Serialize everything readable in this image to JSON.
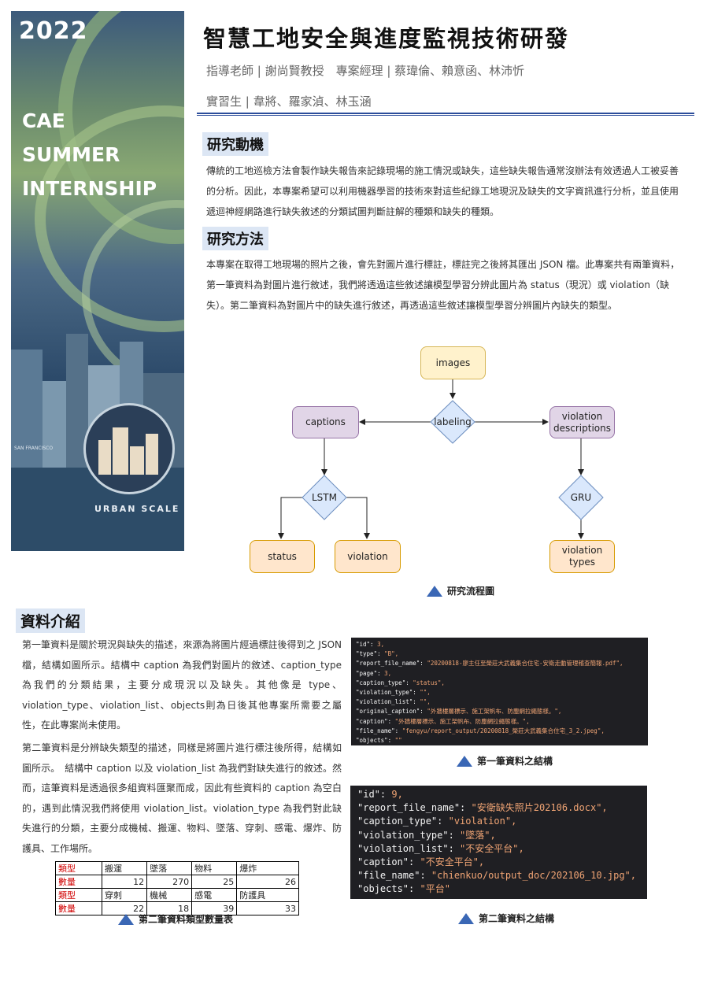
{
  "poster": {
    "year": "2022",
    "lines": [
      "CAE",
      "SUMMER",
      "INTERNSHIP"
    ],
    "tagline": "URBAN  SCALE",
    "small_sign": "SAN FRANCISCO"
  },
  "header": {
    "title": "智慧工地安全與進度監視技術研發",
    "advisor_line": "指導老師 | 謝尚賢教授　專案經理 | 蔡瑋倫、賴意函、林沛忻",
    "intern_line": "實習生 | 韋將、羅家湞、林玉涵"
  },
  "motivation": {
    "heading": "研究動機",
    "text": "傳統的工地巡檢方法會製作缺失報告來記錄現場的施工情況或缺失，這些缺失報告通常沒辦法有效透過人工被妥善的分析。因此，本專案希望可以利用機器學習的技術來對這些紀錄工地現況及缺失的文字資訊進行分析，並且使用遞迴神經網路進行缺失敘述的分類試圖判斷註解的種類和缺失的種類。"
  },
  "method": {
    "heading": "研究方法",
    "text": "本專案在取得工地現場的照片之後，會先對圖片進行標註，標註完之後將其匯出 JSON 檔。此專案共有兩筆資料，第一筆資料為對圖片進行敘述，我們將透過這些敘述讓模型學習分辨此圖片為 status（現況）或 violation（缺失）。第二筆資料為對圖片中的缺失進行敘述，再透過這些敘述讓模型學習分辨圖片內缺失的類型。"
  },
  "flowchart": {
    "images": "images",
    "labeling": "labeling",
    "captions": "captions",
    "violation_desc": "violation\ndescriptions",
    "lstm": "LSTM",
    "gru": "GRU",
    "status": "status",
    "violation": "violation",
    "violation_types": "violation\ntypes",
    "caption": "研究流程圖"
  },
  "data_intro": {
    "heading": "資料介紹",
    "para1": "第一筆資料是關於現況與缺失的描述，來源為將圖片經過標註後得到之 JSON 檔，結構如圖所示。結構中 caption 為我們對圖片的敘述、caption_type 為我們的分類結果，主要分成現況以及缺失。其他像是 type、violation_type、violation_list、objects則為日後其他專案所需要之屬性，在此專案尚未使用。",
    "para2": "第二筆資料是分辨缺失類型的描述，同樣是將圖片進行標注後所得，結構如圖所示。　結構中 caption 以及 violation_list 為我們對缺失進行的敘述。然而，這筆資料是透過很多組資料匯聚而成，因此有些資料的 caption 為空白的，遇到此情況我們將使用 violation_list。violation_type 為我們對此缺失進行的分類，主要分成機械、搬運、物料、墜落、穿刺、感電、爆炸、防護具、工作場所。"
  },
  "table": {
    "rows": [
      [
        "類型",
        "搬運",
        "墜落",
        "物料",
        "爆炸"
      ],
      [
        "數量",
        "12",
        "270",
        "25",
        "26"
      ],
      [
        "類型",
        "穿刺",
        "機械",
        "感電",
        "防護具"
      ],
      [
        "數量",
        "22",
        "18",
        "39",
        "33"
      ]
    ],
    "caption": "第二筆資料類型數量表"
  },
  "code1": {
    "lines": [
      [
        "\"id\": ",
        "3,"
      ],
      [
        "\"type\": ",
        "\"B\","
      ],
      [
        "\"report_file_name\": ",
        "\"20200818-廖主任至榮莊大武義集合住宅-安衛走動管理稽查簡報.pdf\","
      ],
      [
        "\"page\": ",
        "3,"
      ],
      [
        "\"caption_type\": ",
        "\"status\","
      ],
      [
        "\"violation_type\": ",
        "\"\","
      ],
      [
        "\"violation_list\": ",
        "\"\","
      ],
      [
        "\"original_caption\": ",
        "\"外牆樓層標示、施工架帆布、防塵網拉繩態樣。\","
      ],
      [
        "\"caption\": ",
        "\"外牆樓層標示、施工架帆布、防塵網拉繩態樣。\","
      ],
      [
        "\"file_name\": ",
        "\"fengyu/report_output/20200818_榮莊大武義集合住宅_3_2.jpeg\","
      ],
      [
        "\"objects\": ",
        "\"\""
      ]
    ],
    "caption": "第一筆資料之結構"
  },
  "code2": {
    "lines": [
      [
        "\"id\": ",
        "9,"
      ],
      [
        "\"report_file_name\": ",
        "\"安衛缺失照片202106.docx\","
      ],
      [
        "\"caption_type\": ",
        "\"violation\","
      ],
      [
        "\"violation_type\": ",
        "\"墜落\","
      ],
      [
        "\"violation_list\": ",
        "\"不安全平台\","
      ],
      [
        "\"caption\": ",
        "\"不安全平台\","
      ],
      [
        "\"file_name\": ",
        "\"chienkuo/output_doc/202106_10.jpg\","
      ],
      [
        "\"objects\": ",
        "\"平台\""
      ]
    ],
    "caption": "第二筆資料之結構"
  }
}
